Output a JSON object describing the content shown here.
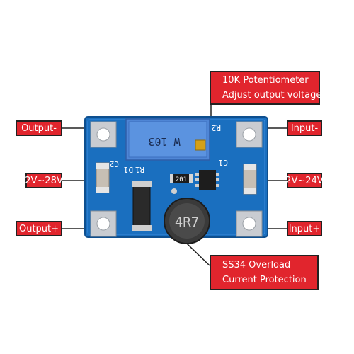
{
  "labels": {
    "pot_line1": "10K Potentiometer",
    "pot_line2": "Adjust output voltage",
    "output_minus": "Output-",
    "output_voltage": "2V~28V",
    "output_plus": "Output+",
    "input_minus": "Input-",
    "input_voltage": "2V~24V",
    "input_plus": "Input+",
    "ss34_line1": "SS34 Overload",
    "ss34_line2": "Current Protection"
  },
  "board_marks": {
    "pot_code": "W 103",
    "r2": "R2",
    "c2": "C2",
    "r1": "R1",
    "d1": "D1",
    "c1": "C1",
    "resistor_code": "201",
    "inductor_code": "4R7"
  },
  "colors": {
    "label_red": "#e1252d",
    "pcb_blue": "#1a6fbf",
    "pot_blue": "#4f86d6"
  }
}
